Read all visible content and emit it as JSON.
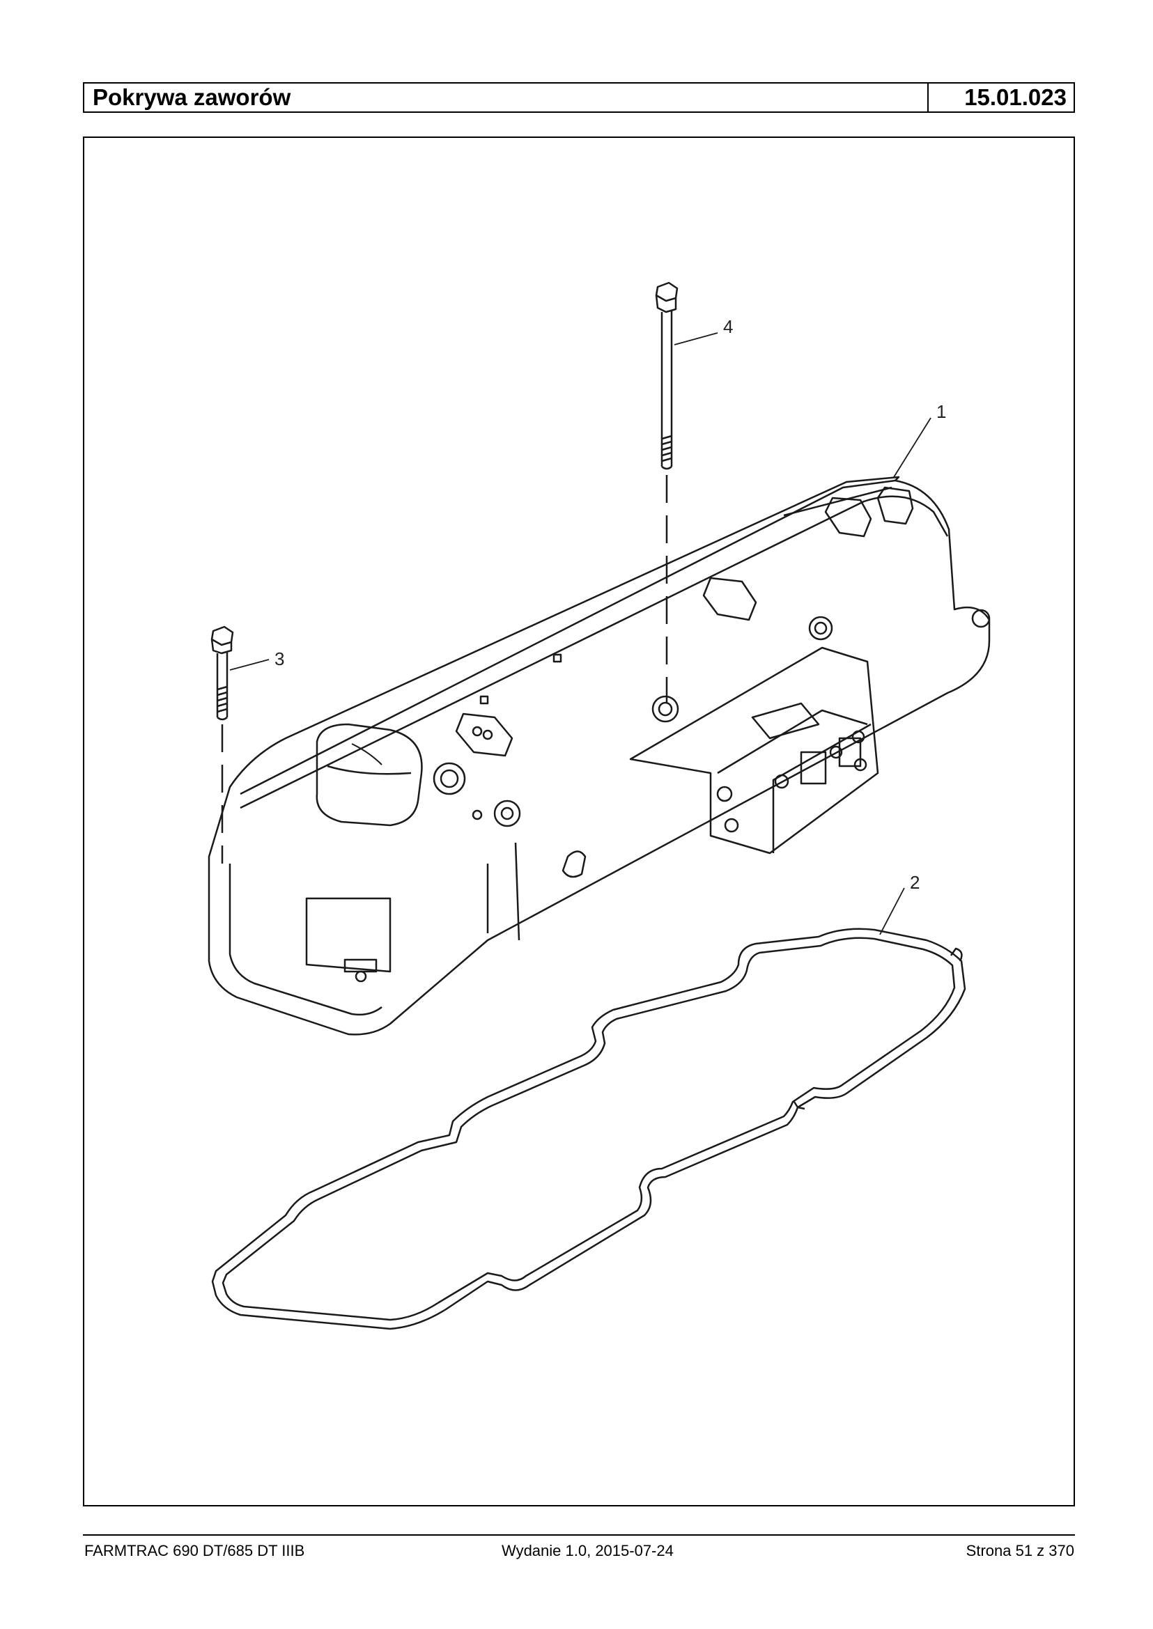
{
  "header": {
    "title": "Pokrywa zaworów",
    "code": "15.01.023"
  },
  "callouts": [
    "1",
    "2",
    "3",
    "4"
  ],
  "footer": {
    "model": "FARMTRAC 690 DT/685 DT IIIB",
    "edition": "Wydanie 1.0,  2015-07-24",
    "page": "Strona 51 z 370"
  }
}
